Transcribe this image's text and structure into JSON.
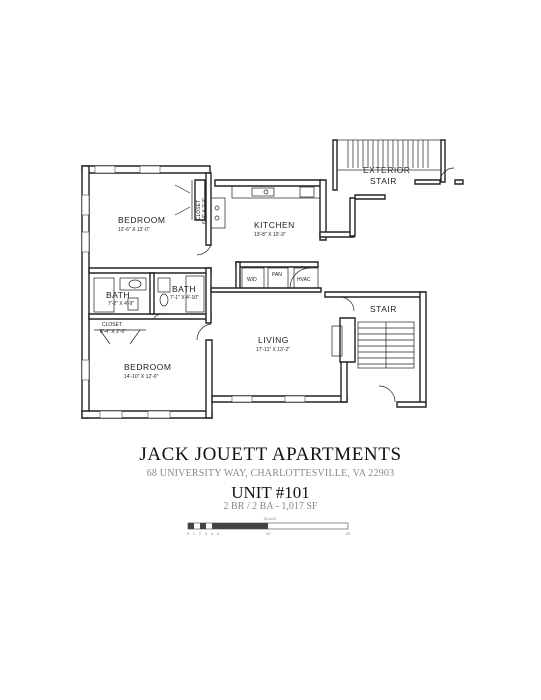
{
  "rooms": {
    "bedroom1": {
      "name": "BEDROOM",
      "dims": "12'-6\" X 12'-0\""
    },
    "closet1": {
      "name": "CLOSET",
      "dims": "6'-4\" X 2'-0\""
    },
    "kitchen": {
      "name": "KITCHEN",
      "dims": "13'-8\" X 10'-3\""
    },
    "exterior_stair": {
      "line1": "EXTERIOR",
      "line2": "STAIR"
    },
    "bath1": {
      "name": "BATH",
      "dims": "7'-2\" X 4'-9\""
    },
    "bath2": {
      "name": "BATH",
      "dims": "7'-1\" X 4'-10\""
    },
    "closet2": {
      "name": "CLOSET",
      "dims": "8'-4\" X 2'-0\""
    },
    "bedroom2": {
      "name": "BEDROOM",
      "dims": "14'-10\" X 12'-0\""
    },
    "living": {
      "name": "LIVING",
      "dims": "17'-11\" X 13'-2\""
    },
    "stair": {
      "name": "STAIR"
    },
    "wd": "W/D",
    "pan": "PAN",
    "hvac": "HVAC"
  },
  "title": {
    "building": "JACK JOUETT APARTMENTS",
    "address": "68 UNIVERSITY WAY, CHARLOTTESVILLE, VA 22903",
    "unit": "UNIT #101",
    "info": "2 BR / 2 BA - 1,017 SF"
  },
  "scale_bar": {
    "label": "SCALE",
    "ticks": [
      "0",
      "1",
      "2",
      "3",
      "4",
      "5",
      "10",
      "20"
    ]
  }
}
